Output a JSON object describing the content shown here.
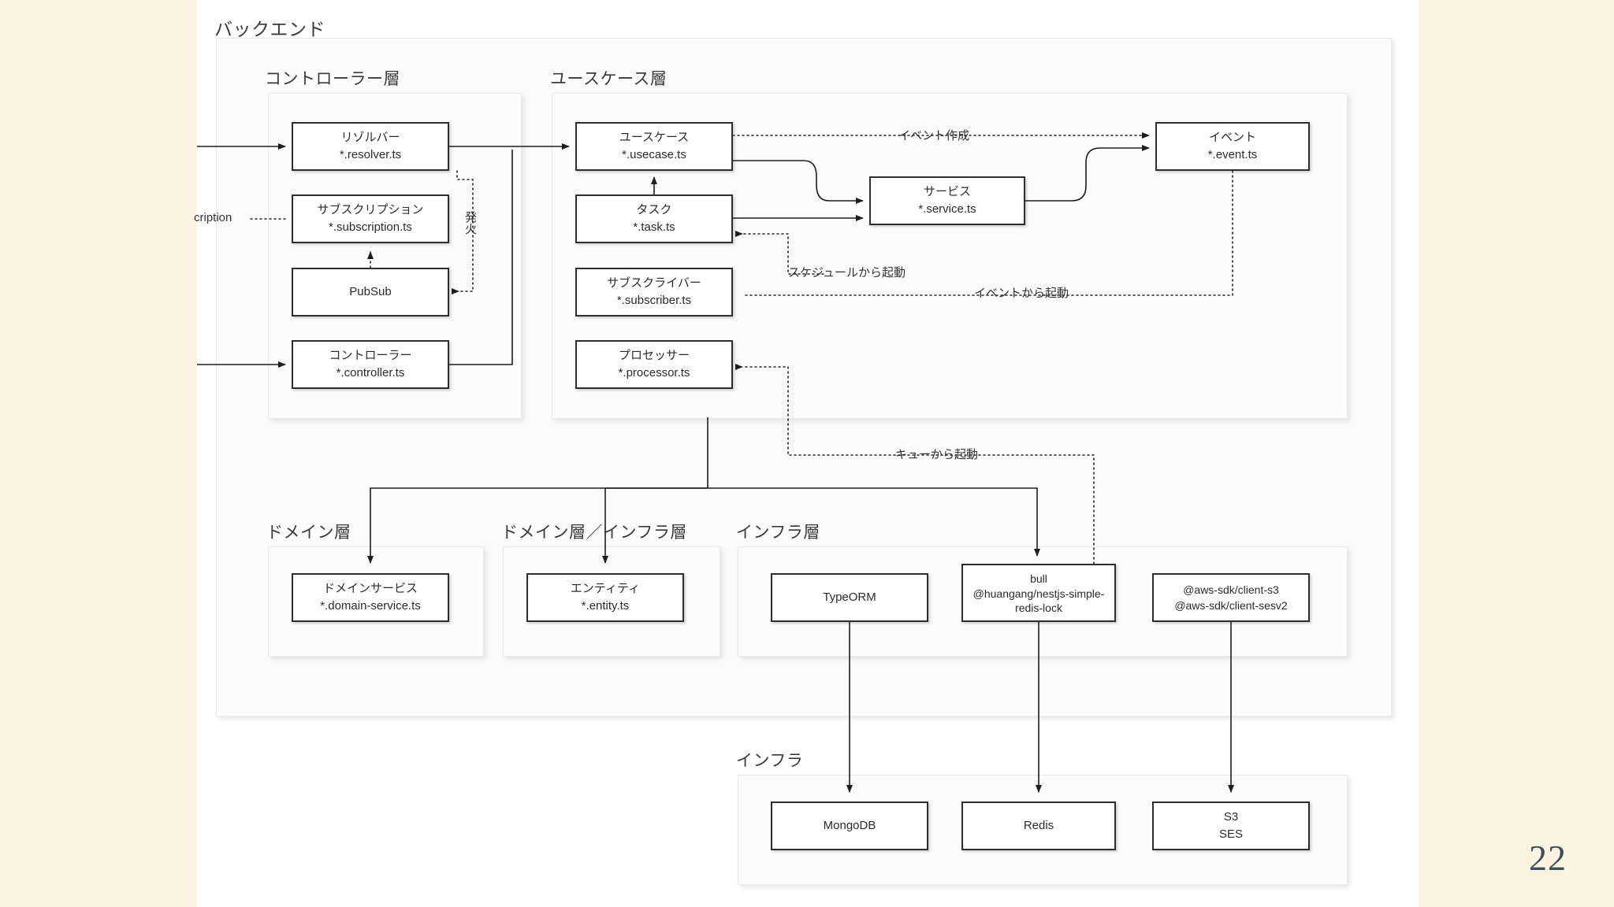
{
  "slide": {
    "page_number": "22",
    "background_color": "#FCF4E0",
    "panel_color": "#FFFFFF"
  },
  "groups": {
    "backend": {
      "label": "バックエンド"
    },
    "controller_layer": {
      "label": "コントローラー層"
    },
    "usecase_layer": {
      "label": "ユースケース層"
    },
    "domain_layer": {
      "label": "ドメイン層"
    },
    "domain_infra_layer": {
      "label": "ドメイン層／インフラ層"
    },
    "infra_layer": {
      "label": "インフラ層"
    },
    "infra": {
      "label": "インフラ"
    }
  },
  "nodes": {
    "resolver": {
      "title": "リゾルバー",
      "file": "*.resolver.ts"
    },
    "subscription": {
      "title": "サブスクリプション",
      "file": "*.subscription.ts"
    },
    "pubsub": {
      "title": "PubSub",
      "file": ""
    },
    "controller": {
      "title": "コントローラー",
      "file": "*.controller.ts"
    },
    "usecase": {
      "title": "ユースケース",
      "file": "*.usecase.ts"
    },
    "task": {
      "title": "タスク",
      "file": "*.task.ts"
    },
    "subscriber": {
      "title": "サブスクライバー",
      "file": "*.subscriber.ts"
    },
    "processor": {
      "title": "プロセッサー",
      "file": "*.processor.ts"
    },
    "service": {
      "title": "サービス",
      "file": "*.service.ts"
    },
    "event": {
      "title": "イベント",
      "file": "*.event.ts"
    },
    "domain_service": {
      "title": "ドメインサービス",
      "file": "*.domain-service.ts"
    },
    "entity": {
      "title": "エンティティ",
      "file": "*.entity.ts"
    },
    "typeorm": {
      "title": "TypeORM",
      "file": ""
    },
    "bull": {
      "title": "bull",
      "file": "@huangang/nestjs-simple-redis-lock"
    },
    "aws_sdk": {
      "title": "@aws-sdk/client-s3",
      "file": "@aws-sdk/client-sesv2"
    },
    "mongodb": {
      "title": "MongoDB",
      "file": ""
    },
    "redis": {
      "title": "Redis",
      "file": ""
    },
    "s3ses": {
      "title": "S3",
      "file": "SES"
    }
  },
  "edge_labels": {
    "subscription_in": "cription",
    "fire": "発火",
    "event_create": "イベント作成",
    "schedule_start": "スケジュールから起動",
    "event_start": "イベントから起動",
    "queue_start": "キューから起動"
  },
  "colors": {
    "node_border": "#2E2E2E",
    "group_border": "#EAEAEA",
    "group_fill": "#FBFBFB",
    "line": "#1E1E1E",
    "page_number": "#3C5159"
  }
}
